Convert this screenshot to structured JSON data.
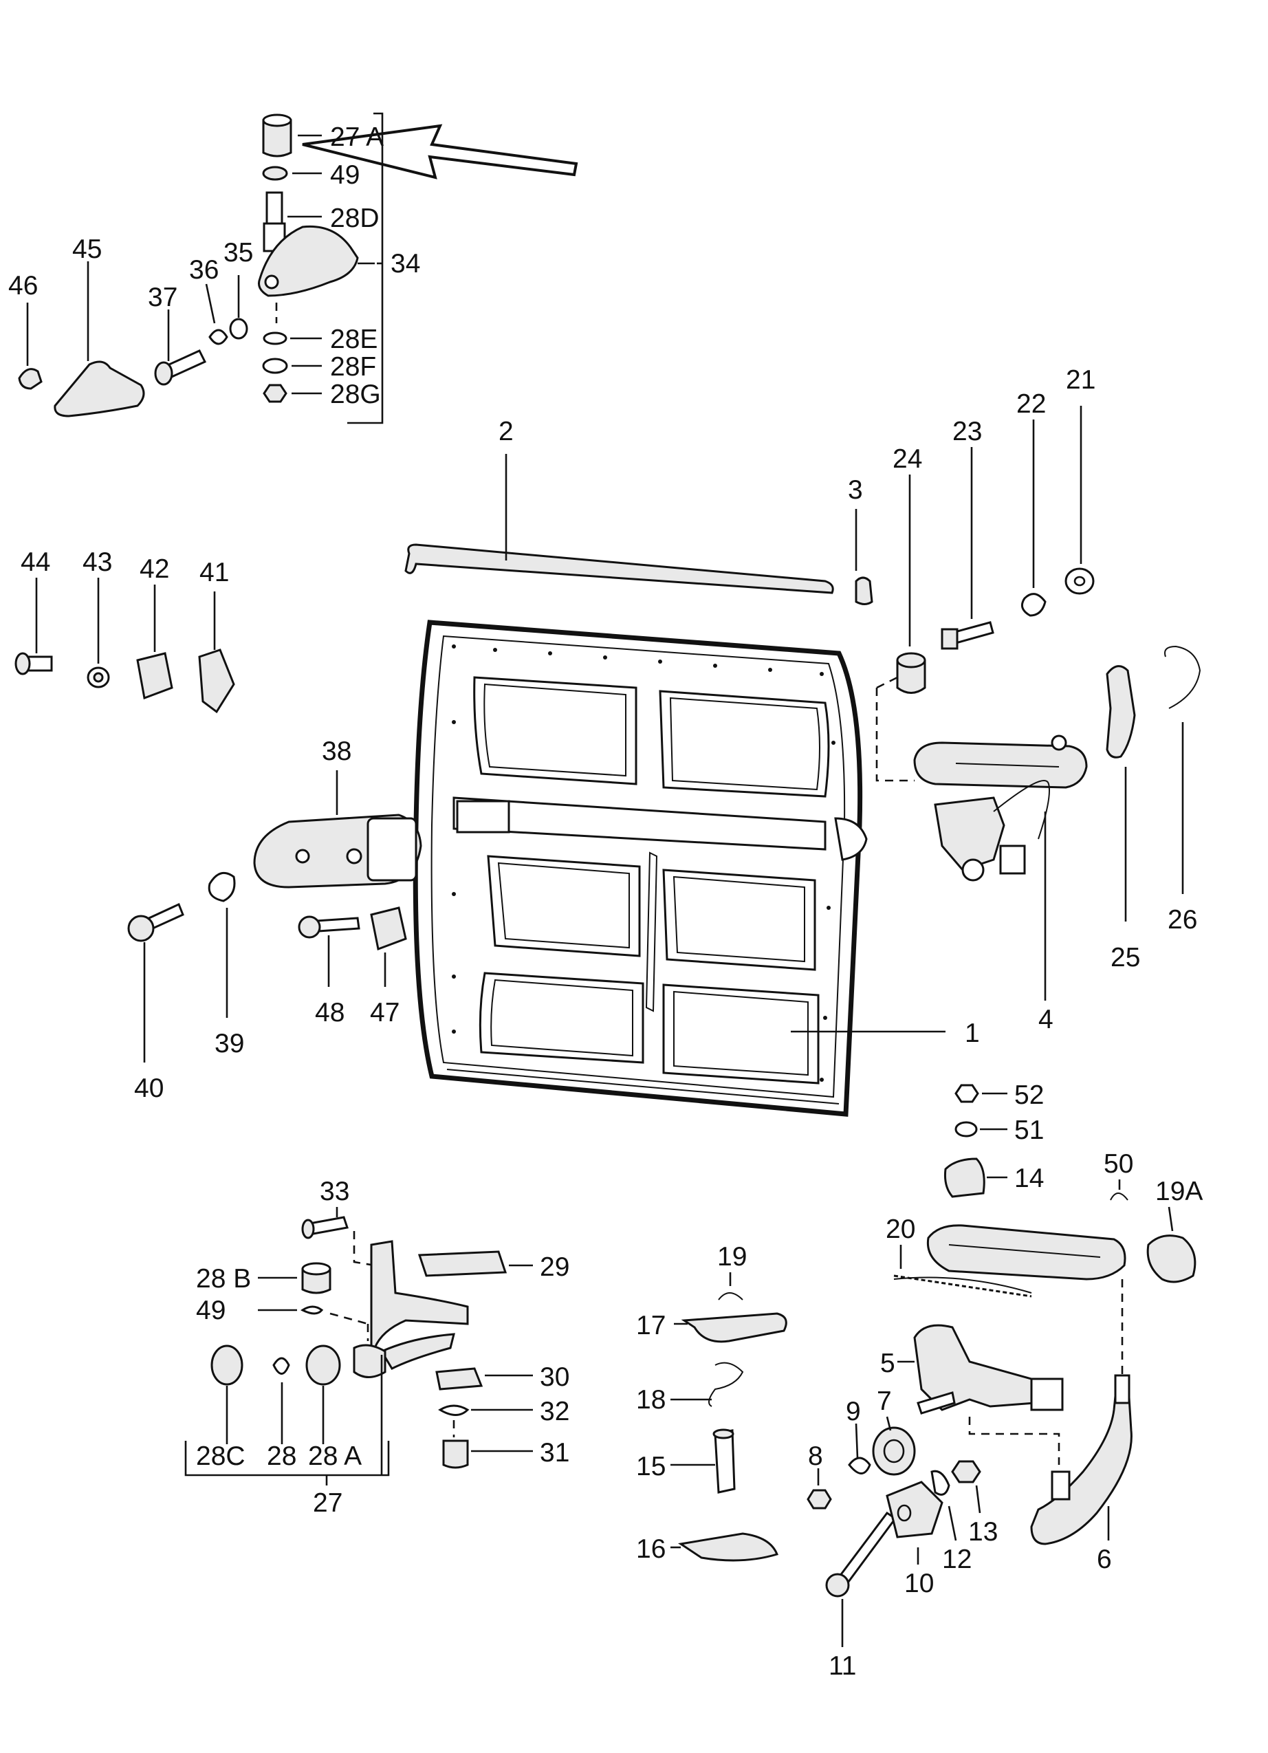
{
  "diagram": {
    "callouts": [
      {
        "id": "27A",
        "text": "27 A"
      },
      {
        "id": "49a",
        "text": "49"
      },
      {
        "id": "28D",
        "text": "28D"
      },
      {
        "id": "34",
        "text": "34"
      },
      {
        "id": "28E",
        "text": "28E"
      },
      {
        "id": "28F",
        "text": "28F"
      },
      {
        "id": "28G",
        "text": "28G"
      },
      {
        "id": "35",
        "text": "35"
      },
      {
        "id": "36",
        "text": "36"
      },
      {
        "id": "37",
        "text": "37"
      },
      {
        "id": "45",
        "text": "45"
      },
      {
        "id": "46",
        "text": "46"
      },
      {
        "id": "2",
        "text": "2"
      },
      {
        "id": "3",
        "text": "3"
      },
      {
        "id": "24",
        "text": "24"
      },
      {
        "id": "23",
        "text": "23"
      },
      {
        "id": "22",
        "text": "22"
      },
      {
        "id": "21",
        "text": "21"
      },
      {
        "id": "44",
        "text": "44"
      },
      {
        "id": "43",
        "text": "43"
      },
      {
        "id": "42",
        "text": "42"
      },
      {
        "id": "41",
        "text": "41"
      },
      {
        "id": "38",
        "text": "38"
      },
      {
        "id": "39",
        "text": "39"
      },
      {
        "id": "40",
        "text": "40"
      },
      {
        "id": "48",
        "text": "48"
      },
      {
        "id": "47",
        "text": "47"
      },
      {
        "id": "1",
        "text": "1"
      },
      {
        "id": "4",
        "text": "4"
      },
      {
        "id": "25",
        "text": "25"
      },
      {
        "id": "26",
        "text": "26"
      },
      {
        "id": "52",
        "text": "52"
      },
      {
        "id": "51",
        "text": "51"
      },
      {
        "id": "14",
        "text": "14"
      },
      {
        "id": "50",
        "text": "50"
      },
      {
        "id": "19A",
        "text": "19A"
      },
      {
        "id": "20",
        "text": "20"
      },
      {
        "id": "33",
        "text": "33"
      },
      {
        "id": "28B",
        "text": "28 B"
      },
      {
        "id": "49b",
        "text": "49"
      },
      {
        "id": "29",
        "text": "29"
      },
      {
        "id": "30",
        "text": "30"
      },
      {
        "id": "32",
        "text": "32"
      },
      {
        "id": "31",
        "text": "31"
      },
      {
        "id": "28C",
        "text": "28C"
      },
      {
        "id": "28",
        "text": "28"
      },
      {
        "id": "28A",
        "text": "28 A"
      },
      {
        "id": "27",
        "text": "27"
      },
      {
        "id": "19",
        "text": "19"
      },
      {
        "id": "17",
        "text": "17"
      },
      {
        "id": "18",
        "text": "18"
      },
      {
        "id": "15",
        "text": "15"
      },
      {
        "id": "16",
        "text": "16"
      },
      {
        "id": "5",
        "text": "5"
      },
      {
        "id": "7",
        "text": "7"
      },
      {
        "id": "9",
        "text": "9"
      },
      {
        "id": "8",
        "text": "8"
      },
      {
        "id": "11",
        "text": "11"
      },
      {
        "id": "10",
        "text": "10"
      },
      {
        "id": "12",
        "text": "12"
      },
      {
        "id": "13",
        "text": "13"
      },
      {
        "id": "6",
        "text": "6"
      }
    ]
  }
}
